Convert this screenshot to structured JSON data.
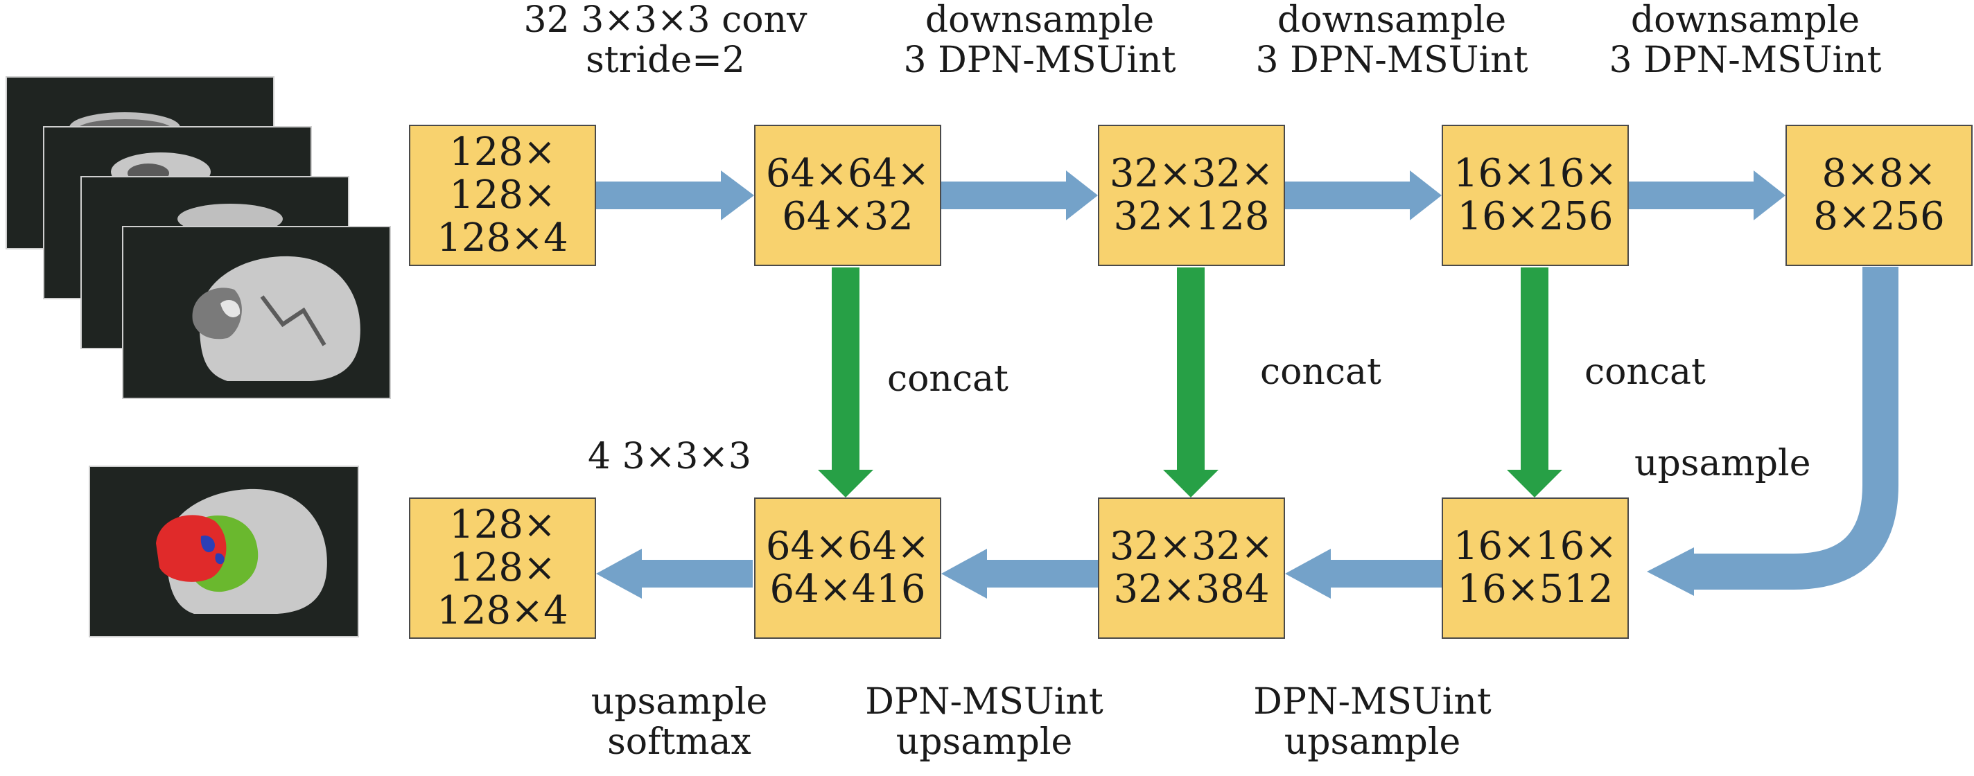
{
  "blocks": {
    "input": [
      "128×",
      "128×",
      "128×4"
    ],
    "enc1": [
      "64×64×",
      "64×32"
    ],
    "enc2": [
      "32×32×",
      "32×128"
    ],
    "enc3": [
      "16×16×",
      "16×256"
    ],
    "bottleneck": [
      "8×8×",
      "8×256"
    ],
    "dec3": [
      "16×16×",
      "16×512"
    ],
    "dec2": [
      "32×32×",
      "32×384"
    ],
    "dec1": [
      "64×64×",
      "64×416"
    ],
    "output": [
      "128×",
      "128×",
      "128×4"
    ]
  },
  "labels": {
    "conv_in": [
      "32 3×3×3 conv",
      "stride=2"
    ],
    "down1": [
      "downsample",
      "3 DPN-MSUint"
    ],
    "down2": [
      "downsample",
      "3 DPN-MSUint"
    ],
    "down3": [
      "downsample",
      "3 DPN-MSUint"
    ],
    "concat1": "concat",
    "concat2": "concat",
    "concat3": "concat",
    "upsample_right": "upsample",
    "conv_out": "4 3×3×3",
    "up_softmax": [
      "upsample",
      "softmax"
    ],
    "dpn_up1": [
      "DPN-MSUint",
      "upsample"
    ],
    "dpn_up2": [
      "DPN-MSUint",
      "upsample"
    ]
  },
  "colors": {
    "block_fill": "#f8d26e",
    "block_border": "#4a4a4a",
    "arrow_blue": "#74a2c9",
    "arrow_green": "#27a046",
    "scan_bg": "#1f2421",
    "tumor_red": "#e02a2a",
    "tumor_green": "#6ab82e",
    "tumor_blue": "#2b3fb5"
  },
  "images": {
    "input_stack": "mri-slice-stack",
    "output_segmentation": "mri-segmentation-overlay"
  }
}
